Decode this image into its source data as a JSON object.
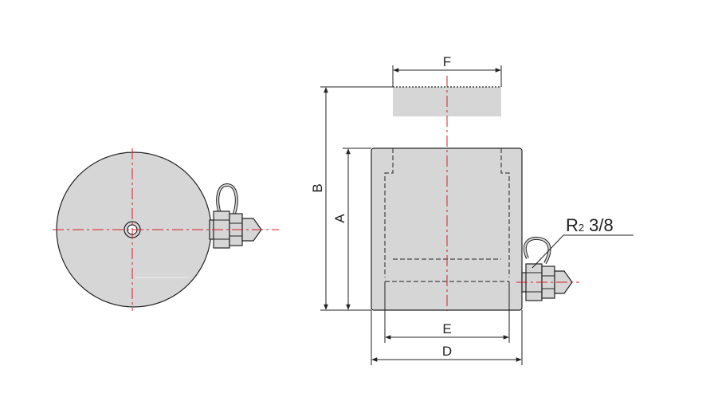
{
  "labels": {
    "F": "F",
    "B": "B",
    "A": "A",
    "E": "E",
    "D": "D",
    "thread_prefix": "R",
    "thread_sub": "2",
    "thread_size": "3/8"
  },
  "colors": {
    "body_fill": "#d6d6d6",
    "stroke": "#222222",
    "centerline": "#d4202a",
    "background": "#ffffff"
  }
}
